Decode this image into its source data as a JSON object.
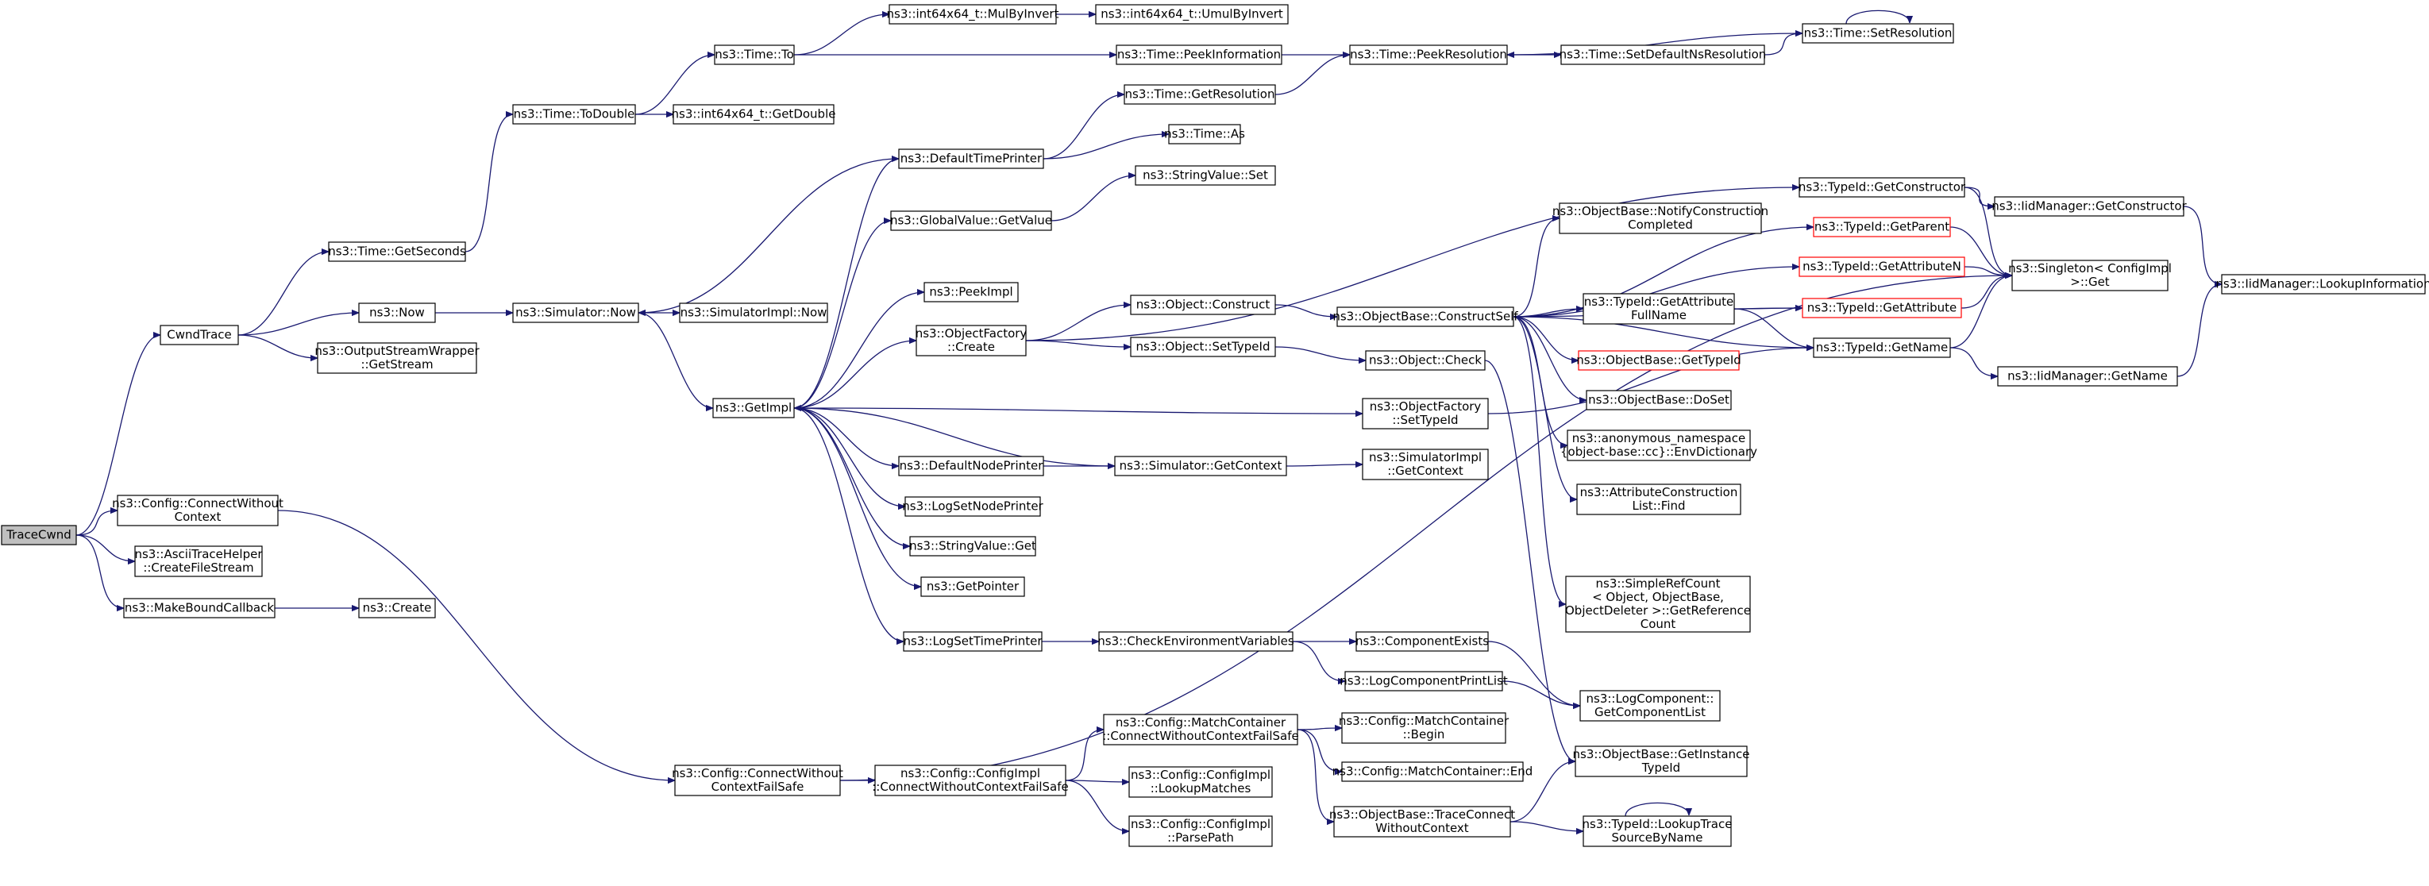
{
  "graph": {
    "nodes": [
      {
        "id": "tracecwnd",
        "lines": [
          "TraceCwnd"
        ],
        "style": "gray"
      },
      {
        "id": "cwndtrace",
        "lines": [
          "CwndTrace"
        ],
        "style": "normal"
      },
      {
        "id": "cfg_cwc",
        "lines": [
          "ns3::Config::ConnectWithout",
          "Context"
        ],
        "style": "normal"
      },
      {
        "id": "ascii_cfs",
        "lines": [
          "ns3::AsciiTraceHelper",
          "::CreateFileStream"
        ],
        "style": "normal"
      },
      {
        "id": "makeboundcb",
        "lines": [
          "ns3::MakeBoundCallback"
        ],
        "style": "normal"
      },
      {
        "id": "create",
        "lines": [
          "ns3::Create"
        ],
        "style": "normal"
      },
      {
        "id": "time_getseconds",
        "lines": [
          "ns3::Time::GetSeconds"
        ],
        "style": "normal"
      },
      {
        "id": "now",
        "lines": [
          "ns3::Now"
        ],
        "style": "normal"
      },
      {
        "id": "osw_getstream",
        "lines": [
          "ns3::OutputStreamWrapper",
          "::GetStream"
        ],
        "style": "normal"
      },
      {
        "id": "time_todouble",
        "lines": [
          "ns3::Time::ToDouble"
        ],
        "style": "normal"
      },
      {
        "id": "i64_getdouble",
        "lines": [
          "ns3::int64x64_t::GetDouble"
        ],
        "style": "normal"
      },
      {
        "id": "time_to",
        "lines": [
          "ns3::Time::To"
        ],
        "style": "normal"
      },
      {
        "id": "i64_mulbyinvert",
        "lines": [
          "ns3::int64x64_t::MulByInvert"
        ],
        "style": "normal"
      },
      {
        "id": "i64_umulbyinvert",
        "lines": [
          "ns3::int64x64_t::UmulByInvert"
        ],
        "style": "normal"
      },
      {
        "id": "time_peekinformation",
        "lines": [
          "ns3::Time::PeekInformation"
        ],
        "style": "normal"
      },
      {
        "id": "time_peekresolution",
        "lines": [
          "ns3::Time::PeekResolution"
        ],
        "style": "normal"
      },
      {
        "id": "time_setdefaultns",
        "lines": [
          "ns3::Time::SetDefaultNsResolution"
        ],
        "style": "normal"
      },
      {
        "id": "time_setresolution",
        "lines": [
          "ns3::Time::SetResolution"
        ],
        "style": "normal"
      },
      {
        "id": "time_getresolution",
        "lines": [
          "ns3::Time::GetResolution"
        ],
        "style": "normal"
      },
      {
        "id": "time_as",
        "lines": [
          "ns3::Time::As"
        ],
        "style": "normal"
      },
      {
        "id": "sim_now",
        "lines": [
          "ns3::Simulator::Now"
        ],
        "style": "normal"
      },
      {
        "id": "simimpl_now",
        "lines": [
          "ns3::SimulatorImpl::Now"
        ],
        "style": "normal"
      },
      {
        "id": "getimpl",
        "lines": [
          "ns3::GetImpl"
        ],
        "style": "normal"
      },
      {
        "id": "defaulttimeprinter",
        "lines": [
          "ns3::DefaultTimePrinter"
        ],
        "style": "normal"
      },
      {
        "id": "globalvalue_getvalue",
        "lines": [
          "ns3::GlobalValue::GetValue"
        ],
        "style": "normal"
      },
      {
        "id": "stringvalue_set",
        "lines": [
          "ns3::StringValue::Set"
        ],
        "style": "normal"
      },
      {
        "id": "peekimpl",
        "lines": [
          "ns3::PeekImpl"
        ],
        "style": "normal"
      },
      {
        "id": "objfactory_create",
        "lines": [
          "ns3::ObjectFactory",
          "::Create"
        ],
        "style": "normal"
      },
      {
        "id": "object_construct",
        "lines": [
          "ns3::Object::Construct"
        ],
        "style": "normal"
      },
      {
        "id": "object_settypeid",
        "lines": [
          "ns3::Object::SetTypeId"
        ],
        "style": "normal"
      },
      {
        "id": "objbase_constructself",
        "lines": [
          "ns3::ObjectBase::ConstructSelf"
        ],
        "style": "normal"
      },
      {
        "id": "object_check",
        "lines": [
          "ns3::Object::Check"
        ],
        "style": "normal"
      },
      {
        "id": "objfactory_settypeid",
        "lines": [
          "ns3::ObjectFactory",
          "::SetTypeId"
        ],
        "style": "normal"
      },
      {
        "id": "defaultnodeprinter",
        "lines": [
          "ns3::DefaultNodePrinter"
        ],
        "style": "normal"
      },
      {
        "id": "sim_getcontext",
        "lines": [
          "ns3::Simulator::GetContext"
        ],
        "style": "normal"
      },
      {
        "id": "simimpl_getcontext",
        "lines": [
          "ns3::SimulatorImpl",
          "::GetContext"
        ],
        "style": "normal"
      },
      {
        "id": "logsetnodeprinter",
        "lines": [
          "ns3::LogSetNodePrinter"
        ],
        "style": "normal"
      },
      {
        "id": "stringvalue_get",
        "lines": [
          "ns3::StringValue::Get"
        ],
        "style": "normal"
      },
      {
        "id": "getpointer",
        "lines": [
          "ns3::GetPointer"
        ],
        "style": "normal"
      },
      {
        "id": "logsettimeprinter",
        "lines": [
          "ns3::LogSetTimePrinter"
        ],
        "style": "normal"
      },
      {
        "id": "checkenvvars",
        "lines": [
          "ns3::CheckEnvironmentVariables"
        ],
        "style": "normal"
      },
      {
        "id": "componentexists",
        "lines": [
          "ns3::ComponentExists"
        ],
        "style": "normal"
      },
      {
        "id": "logcomponentprintlist",
        "lines": [
          "ns3::LogComponentPrintList"
        ],
        "style": "normal"
      },
      {
        "id": "logcomp_getcomponentlist",
        "lines": [
          "ns3::LogComponent::",
          "GetComponentList"
        ],
        "style": "normal"
      },
      {
        "id": "objbase_notifyconstruction",
        "lines": [
          "ns3::ObjectBase::NotifyConstruction",
          "Completed"
        ],
        "style": "normal"
      },
      {
        "id": "typeid_getattributefullname",
        "lines": [
          "ns3::TypeId::GetAttribute",
          "FullName"
        ],
        "style": "normal"
      },
      {
        "id": "objbase_gettypeid",
        "lines": [
          "ns3::ObjectBase::GetTypeId"
        ],
        "style": "red"
      },
      {
        "id": "objbase_doset",
        "lines": [
          "ns3::ObjectBase::DoSet"
        ],
        "style": "normal"
      },
      {
        "id": "anon_envdictionary",
        "lines": [
          "ns3::anonymous_namespace",
          "{object-base::cc}::EnvDictionary"
        ],
        "style": "normal"
      },
      {
        "id": "attrconstructionlist_find",
        "lines": [
          "ns3::AttributeConstruction",
          "List::Find"
        ],
        "style": "normal"
      },
      {
        "id": "simplerefcount",
        "lines": [
          "ns3::SimpleRefCount",
          "< Object, ObjectBase,",
          " ObjectDeleter >::GetReference",
          "Count"
        ],
        "style": "normal"
      },
      {
        "id": "typeid_getconstructor",
        "lines": [
          "ns3::TypeId::GetConstructor"
        ],
        "style": "normal"
      },
      {
        "id": "typeid_getparent",
        "lines": [
          "ns3::TypeId::GetParent"
        ],
        "style": "red"
      },
      {
        "id": "typeid_getattributen",
        "lines": [
          "ns3::TypeId::GetAttributeN"
        ],
        "style": "red"
      },
      {
        "id": "typeid_getattribute",
        "lines": [
          "ns3::TypeId::GetAttribute"
        ],
        "style": "red"
      },
      {
        "id": "typeid_getname",
        "lines": [
          "ns3::TypeId::GetName"
        ],
        "style": "normal"
      },
      {
        "id": "iidmanager_getconstructor",
        "lines": [
          "ns3::IidManager::GetConstructor"
        ],
        "style": "normal"
      },
      {
        "id": "singleton_get",
        "lines": [
          "ns3::Singleton< ConfigImpl",
          " >::Get"
        ],
        "style": "normal"
      },
      {
        "id": "iidmanager_getname",
        "lines": [
          "ns3::IidManager::GetName"
        ],
        "style": "normal"
      },
      {
        "id": "iidmanager_lookupinformation",
        "lines": [
          "ns3::IidManager::LookupInformation"
        ],
        "style": "normal"
      },
      {
        "id": "cfg_cwcfs",
        "lines": [
          "ns3::Config::ConnectWithout",
          "ContextFailSafe"
        ],
        "style": "normal"
      },
      {
        "id": "cfgimpl_cwcfs",
        "lines": [
          "ns3::Config::ConfigImpl",
          "::ConnectWithoutContextFailSafe"
        ],
        "style": "normal"
      },
      {
        "id": "matchcontainer_cwcfs",
        "lines": [
          "ns3::Config::MatchContainer",
          "::ConnectWithoutContextFailSafe"
        ],
        "style": "normal"
      },
      {
        "id": "cfgimpl_lookupmatches",
        "lines": [
          "ns3::Config::ConfigImpl",
          "::LookupMatches"
        ],
        "style": "normal"
      },
      {
        "id": "cfgimpl_parsepath",
        "lines": [
          "ns3::Config::ConfigImpl",
          "::ParsePath"
        ],
        "style": "normal"
      },
      {
        "id": "matchcontainer_begin",
        "lines": [
          "ns3::Config::MatchContainer",
          "::Begin"
        ],
        "style": "normal"
      },
      {
        "id": "matchcontainer_end",
        "lines": [
          "ns3::Config::MatchContainer::End"
        ],
        "style": "normal"
      },
      {
        "id": "objbase_traceconnect",
        "lines": [
          "ns3::ObjectBase::TraceConnect",
          "WithoutContext"
        ],
        "style": "normal"
      },
      {
        "id": "objbase_getinstancetypeid",
        "lines": [
          "ns3::ObjectBase::GetInstance",
          "TypeId"
        ],
        "style": "normal"
      },
      {
        "id": "typeid_lookuptracesource",
        "lines": [
          "ns3::TypeId::LookupTrace",
          "SourceByName"
        ],
        "style": "normal"
      }
    ],
    "colors": {
      "edge": "#191970",
      "node_border": "#000000",
      "node_border_incomplete": "#ff0000",
      "root_fill": "#bfbfbf",
      "background": "#ffffff"
    }
  }
}
